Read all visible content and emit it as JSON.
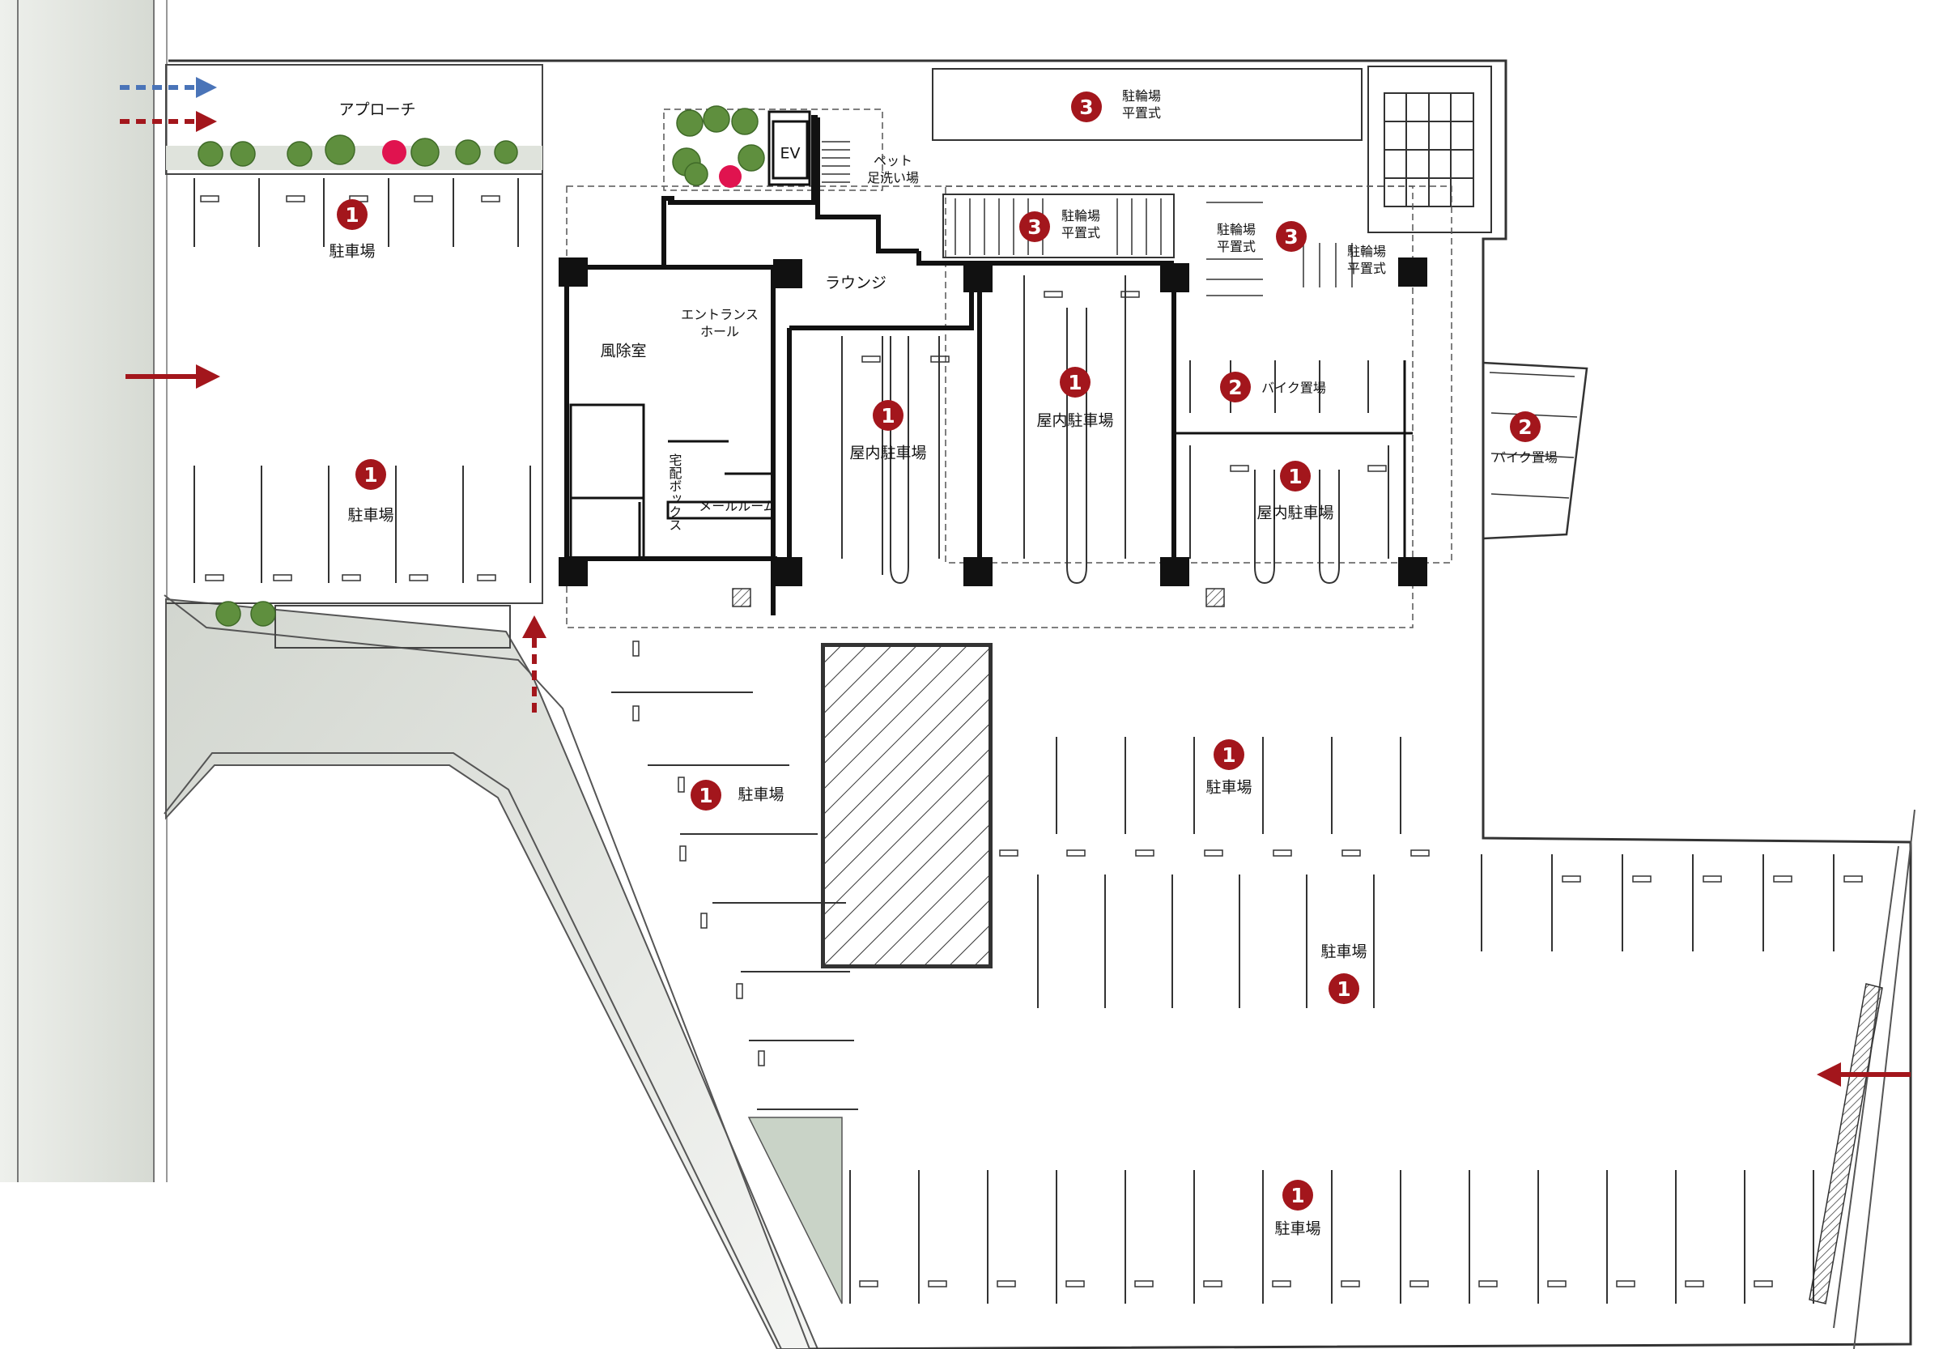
{
  "labels": {
    "approach": "アプローチ",
    "parking": "駐車場",
    "indoor_parking": "屋内駐車場",
    "bicycle_flat_l1": "駐輪場",
    "bicycle_flat_l2": "平置式",
    "bike_parking": "バイク置場",
    "ev": "EV",
    "pet_l1": "ペット",
    "pet_l2": "足洗い場",
    "lounge": "ラウンジ",
    "entrance_l1": "エントランス",
    "entrance_l2": "ホール",
    "windbreak": "風除室",
    "delivery": "宅配ボックス",
    "mailroom": "メールルーム"
  },
  "legend_numbers": [
    "1",
    "2",
    "3"
  ],
  "colors": {
    "badge": "#a3161c",
    "arrow_red": "#a3161c",
    "arrow_blue": "#4a74b8",
    "road_gray": "#d9dcd6",
    "tree_green": "#5f8f3e",
    "flower_pink": "#e0134f",
    "wall": "#111111",
    "line": "#333333"
  },
  "icons": [
    "arrow-right-icon",
    "arrow-left-icon",
    "arrow-up-icon",
    "tree-icon",
    "flower-icon",
    "elevator-icon"
  ]
}
